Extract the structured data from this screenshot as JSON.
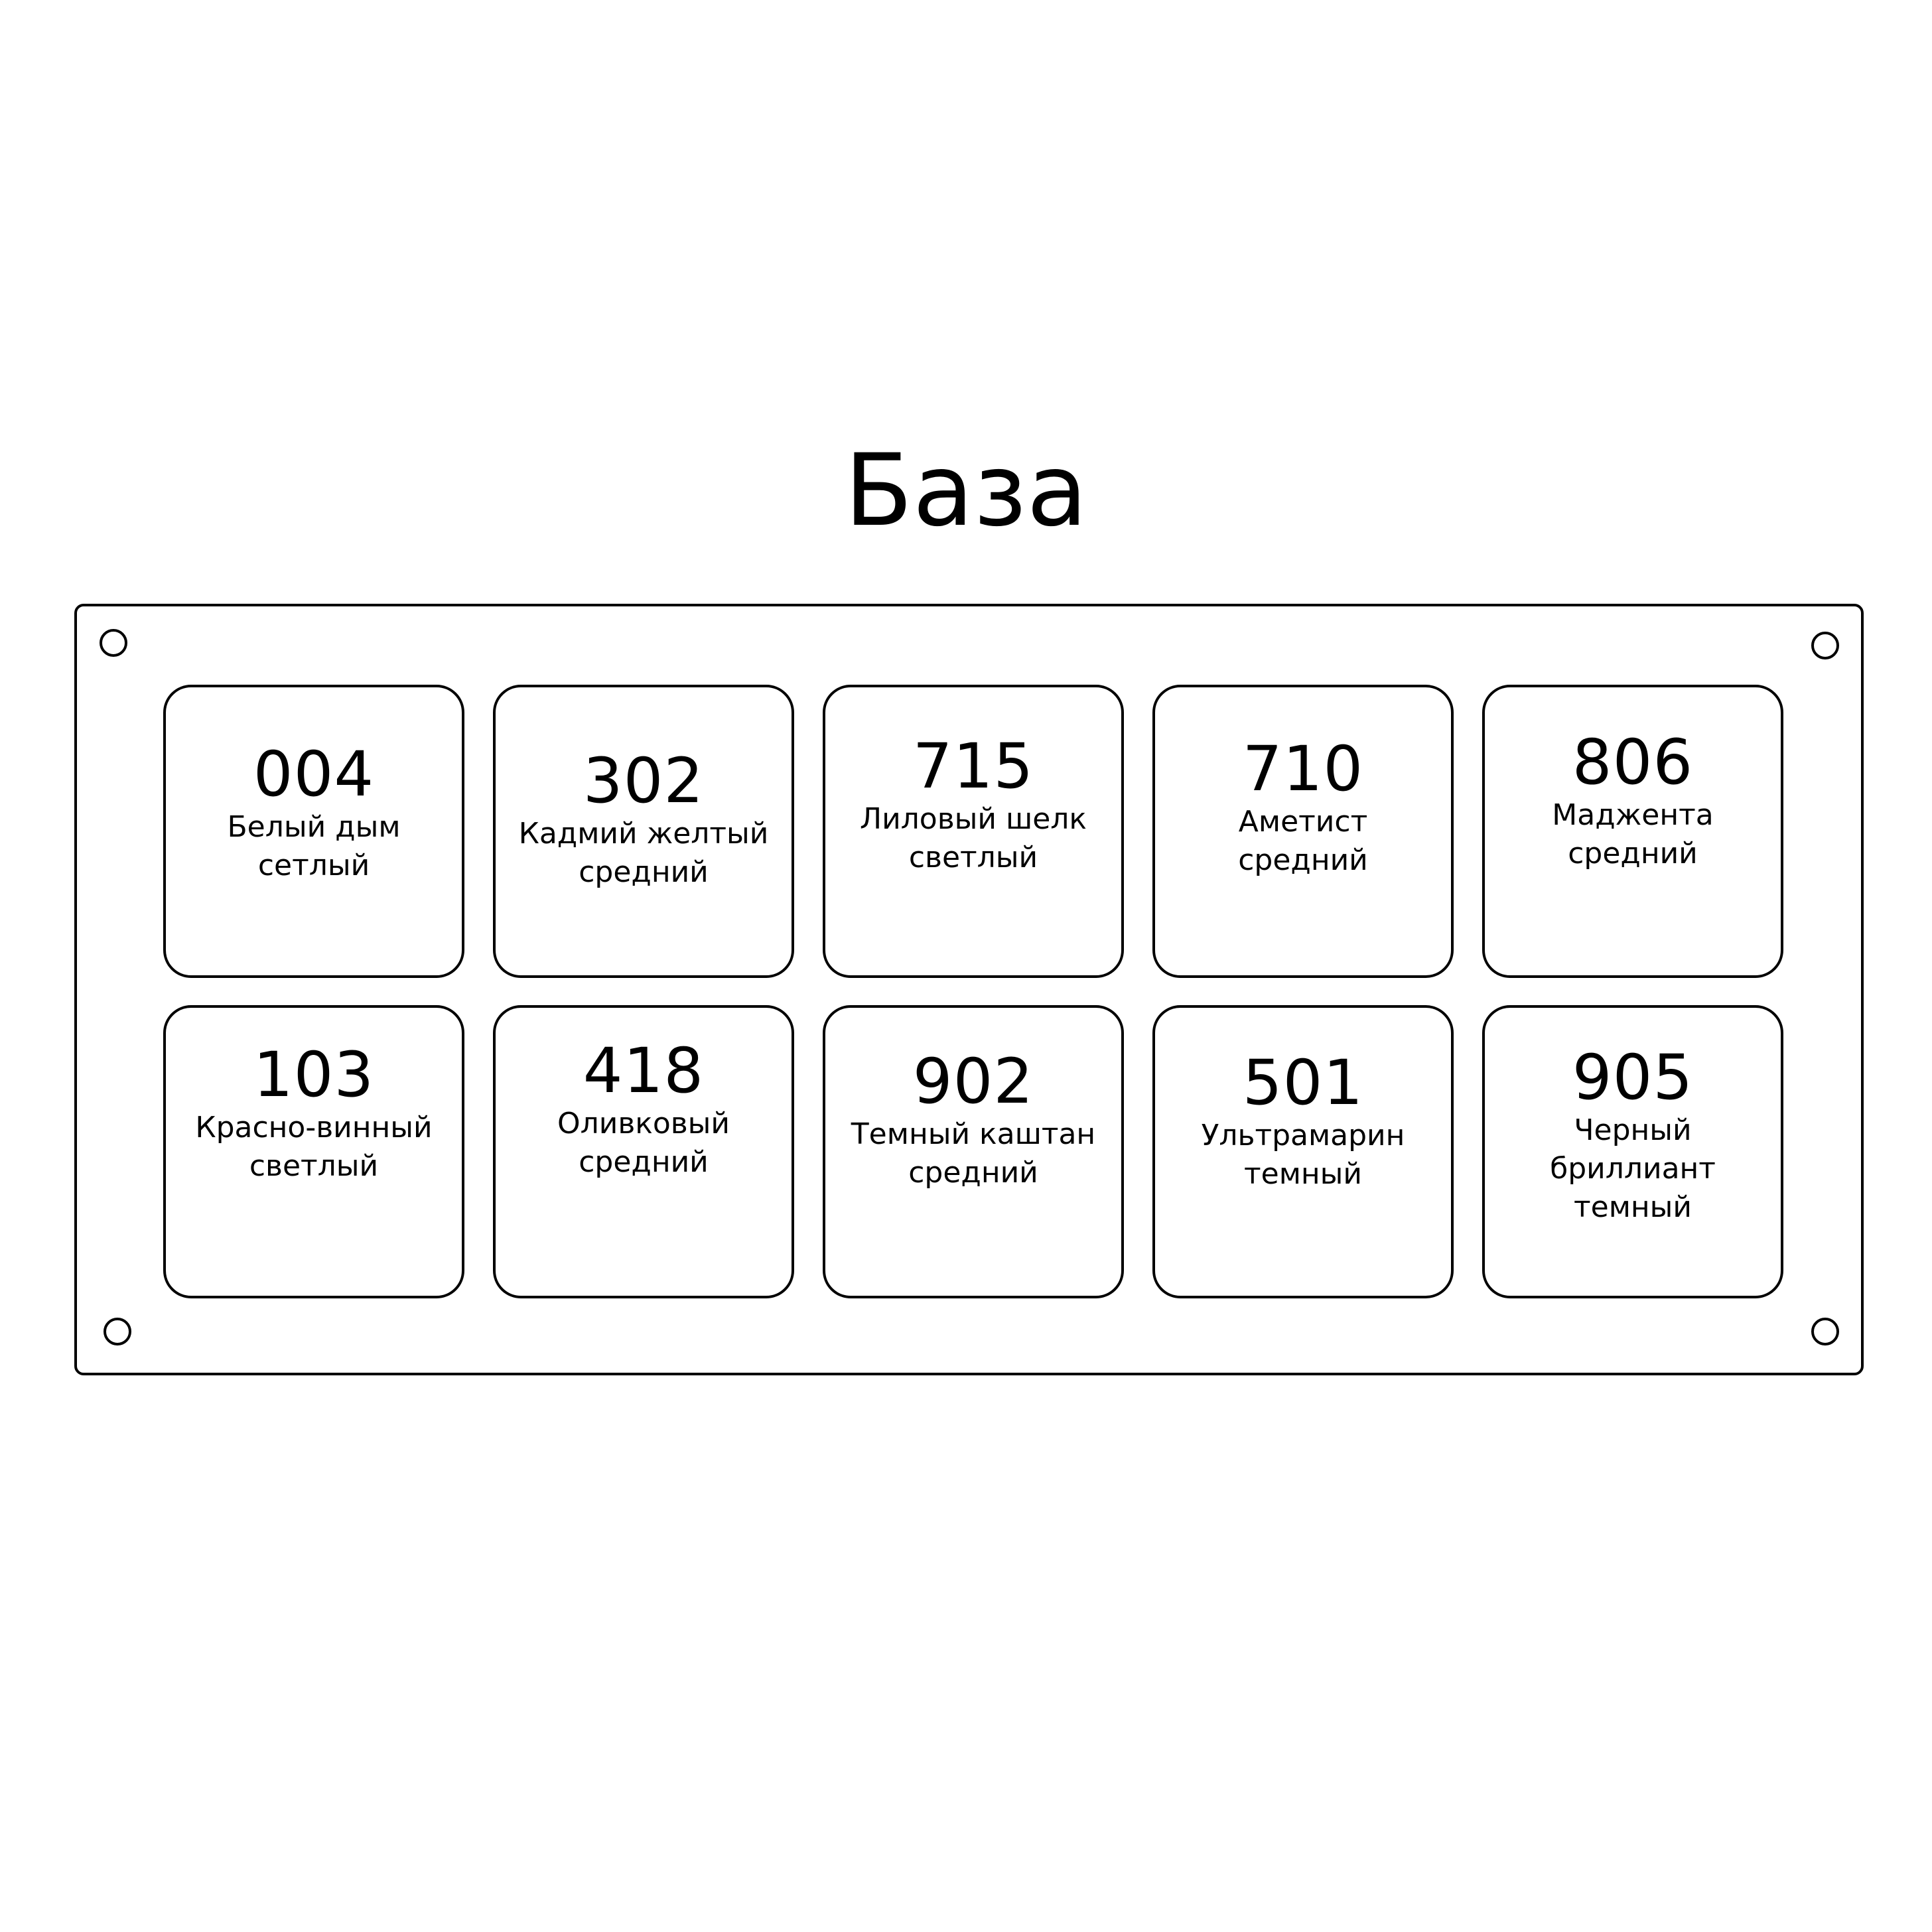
{
  "title": "База",
  "cells": [
    {
      "code": "004",
      "name": "Белый дым\nсетлый"
    },
    {
      "code": "302",
      "name": "Кадмий желтый\nсредний"
    },
    {
      "code": "715",
      "name": "Лиловый шелк\nсветлый"
    },
    {
      "code": "710",
      "name": "Аметист\nсредний"
    },
    {
      "code": "806",
      "name": "Маджента\nсредний"
    },
    {
      "code": "103",
      "name": "Красно-винный\nсветлый"
    },
    {
      "code": "418",
      "name": "Оливковый\nсредний"
    },
    {
      "code": "902",
      "name": "Темный каштан\nсредний"
    },
    {
      "code": "501",
      "name": "Ультрамарин\nтемный"
    },
    {
      "code": "905",
      "name": "Черный\nбриллиант\nтемный"
    }
  ]
}
